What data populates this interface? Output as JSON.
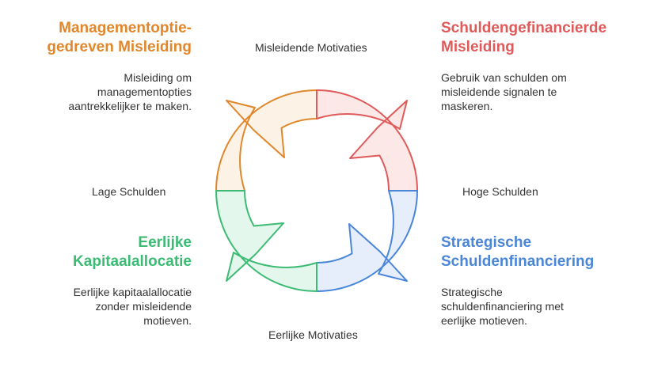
{
  "axis_labels": {
    "top": "Misleidende Motivaties",
    "bottom": "Eerlijke Motivaties",
    "left": "Lage Schulden",
    "right": "Hoge Schulden"
  },
  "quadrants": {
    "top_left": {
      "title_line1": "Managementoptie-",
      "title_line2": "gedreven Misleiding",
      "desc_line1": "Misleiding om",
      "desc_line2": "managementopties",
      "desc_line3": "aantrekkelijker te maken.",
      "color": "#e0872c",
      "fill": "#fdf2e6"
    },
    "top_right": {
      "title_line1": "Schuldengefinancierde",
      "title_line2": "Misleiding",
      "desc_line1": "Gebruik van schulden om",
      "desc_line2": "misleidende signalen te",
      "desc_line3": "maskeren.",
      "color": "#e05a5a",
      "fill": "#fde8e8"
    },
    "bottom_left": {
      "title_line1": "Eerlijke",
      "title_line2": "Kapitaalallocatie",
      "desc_line1": "Eerlijke kapitaalallocatie",
      "desc_line2": "zonder misleidende",
      "desc_line3": "motieven.",
      "color": "#3dbb74",
      "fill": "#e4f7ec"
    },
    "bottom_right": {
      "title_line1": "Strategische",
      "title_line2": "Schuldenfinanciering",
      "desc_line1": "Strategische",
      "desc_line2": "schuldenfinanciering met",
      "desc_line3": "eerlijke motieven.",
      "color": "#4a86d8",
      "fill": "#e6eefb"
    }
  }
}
